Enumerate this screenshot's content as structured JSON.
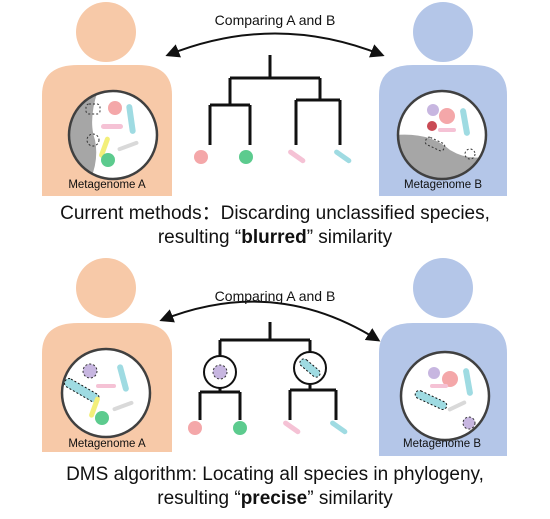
{
  "panel_top": {
    "arrow_label": "Comparing A and B",
    "person_a_label": "Metagenome A",
    "person_b_label": "Metagenome B",
    "caption_line1": "Current methods：Discarding unclassified species,",
    "caption_line2_pre": "resulting “",
    "caption_line2_bold": "blurred",
    "caption_line2_post": "” similarity"
  },
  "panel_bottom": {
    "arrow_label": "Comparing A and B",
    "person_a_label": "Metagenome A",
    "person_b_label": "Metagenome B",
    "caption_line1": "DMS algorithm: Locating all species in  phylogeny,",
    "caption_line2_pre": "resulting “",
    "caption_line2_bold": "precise",
    "caption_line2_post": "” similarity"
  },
  "colors": {
    "person_a": "#f7c9a8",
    "person_b": "#b4c6e8",
    "red_circle": "#f4a7a9",
    "green_circle": "#5ccb8e",
    "pink_rod": "#f5c2d5",
    "cyan_rod": "#9fdbe2",
    "purple": "#c7b6e0",
    "yellow": "#f3ef7a",
    "unclassified_gray": "#a6a6a6"
  }
}
